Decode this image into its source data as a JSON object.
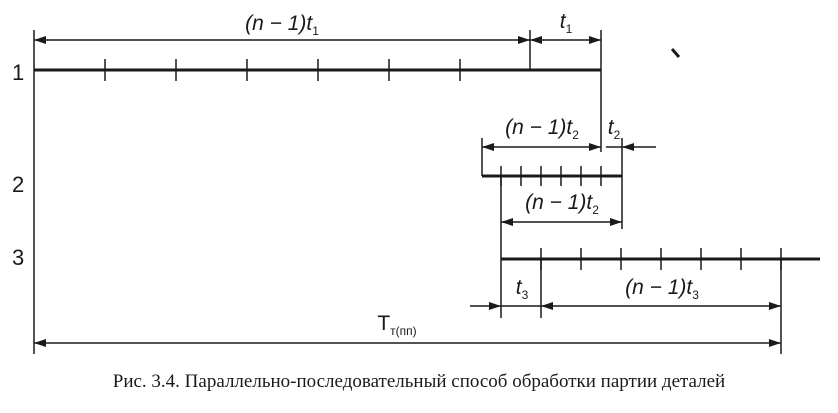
{
  "rows": [
    {
      "label": "1"
    },
    {
      "label": "2"
    },
    {
      "label": "3"
    }
  ],
  "dimensions": {
    "op1_rest": {
      "prefix": "(n − 1)t",
      "sub": "1"
    },
    "op1_single": {
      "prefix": "t",
      "sub": "1"
    },
    "op2_rest_top": {
      "prefix": "(n − 1)t",
      "sub": "2"
    },
    "op2_single": {
      "prefix": "t",
      "sub": "2"
    },
    "op2_rest_bottom": {
      "prefix": "(n − 1)t",
      "sub": "2"
    },
    "op3_single": {
      "prefix": "t",
      "sub": "3"
    },
    "op3_rest": {
      "prefix": "(n − 1)t",
      "sub": "3"
    },
    "total": {
      "prefix": "T",
      "sub": "т(пп)"
    }
  },
  "caption": "Рис. 3.4. Параллельно-последовательный способ обработки партии деталей",
  "colors": {
    "ink": "#1a1a1a",
    "background": "#ffffff"
  }
}
